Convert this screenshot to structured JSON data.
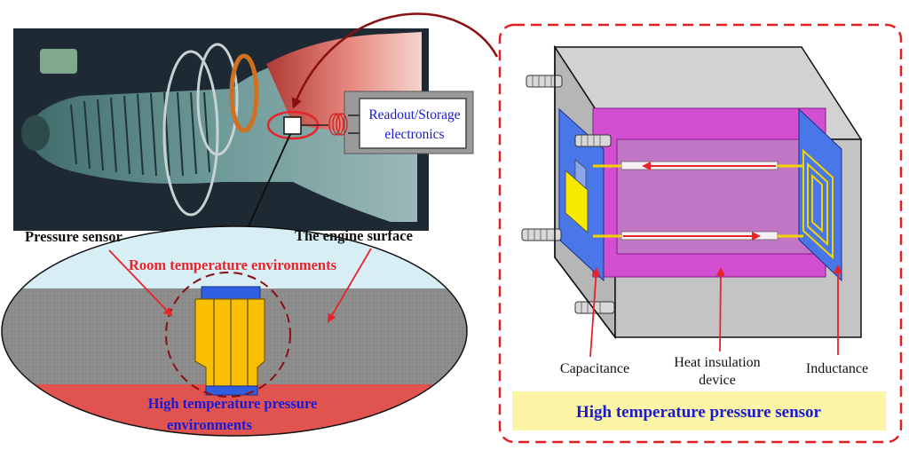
{
  "engine_panel": {
    "readout_label_line1": "Readout/Storage",
    "readout_label_line2": "electronics"
  },
  "cross_section": {
    "pressure_sensor_label": "Pressure sensor",
    "engine_surface_label": "The engine surface",
    "room_temp_label": "Room temperature environments",
    "high_temp_label_line1": "High temperature pressure",
    "high_temp_label_line2": "environments"
  },
  "sensor_panel": {
    "capacitance_label": "Capacitance",
    "heat_insulation_label_line1": "Heat insulation",
    "heat_insulation_label_line2": "device",
    "inductance_label": "Inductance",
    "caption": "High temperature pressure sensor"
  },
  "colors": {
    "accent_blue": "#1a1ad6",
    "accent_red": "#e8232a",
    "dashed_border": "#e02020",
    "curve_arrow": "#8b1010",
    "hot_zone": "#e0534f",
    "room_zone": "#d8eef5",
    "engine_body": "#8e8e8e",
    "sensor_yellow": "#f8c000",
    "sensor_cap": "#2f5fe0",
    "insulation_magenta": "#d24fd2",
    "caption_bg": "#fbf5a5"
  }
}
